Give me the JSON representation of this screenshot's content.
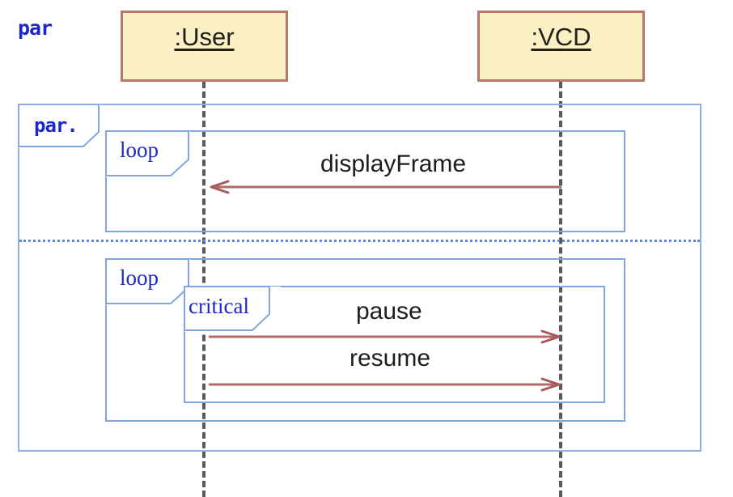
{
  "diagram": {
    "kind": "uml-sequence-diagram",
    "outer_label": "par",
    "colors": {
      "frame_border": "#7FA6DE",
      "fragment_label": "#1B28C8",
      "lifeline_box_fill": "#FAF0C4",
      "lifeline_box_border": "#B5796E",
      "lifeline_stem": "#5A5A5A",
      "message_arrow": "#B06A6A",
      "divider": "#5C86D6",
      "background": "#FFFFFF"
    }
  },
  "lifelines": [
    {
      "id": "user",
      "label": ":User"
    },
    {
      "id": "vcd",
      "label": ":VCD"
    }
  ],
  "fragments": [
    {
      "id": "par-outer",
      "operator": "par."
    },
    {
      "id": "loop-1",
      "operator": "loop"
    },
    {
      "id": "loop-2",
      "operator": "loop"
    },
    {
      "id": "critical-1",
      "operator": "critical"
    }
  ],
  "messages": [
    {
      "id": "display-frame",
      "label": "displayFrame",
      "from": "vcd",
      "to": "user",
      "direction": "left"
    },
    {
      "id": "pause",
      "label": "pause",
      "from": "user",
      "to": "vcd",
      "direction": "right"
    },
    {
      "id": "resume",
      "label": "resume",
      "from": "user",
      "to": "vcd",
      "direction": "right"
    }
  ]
}
